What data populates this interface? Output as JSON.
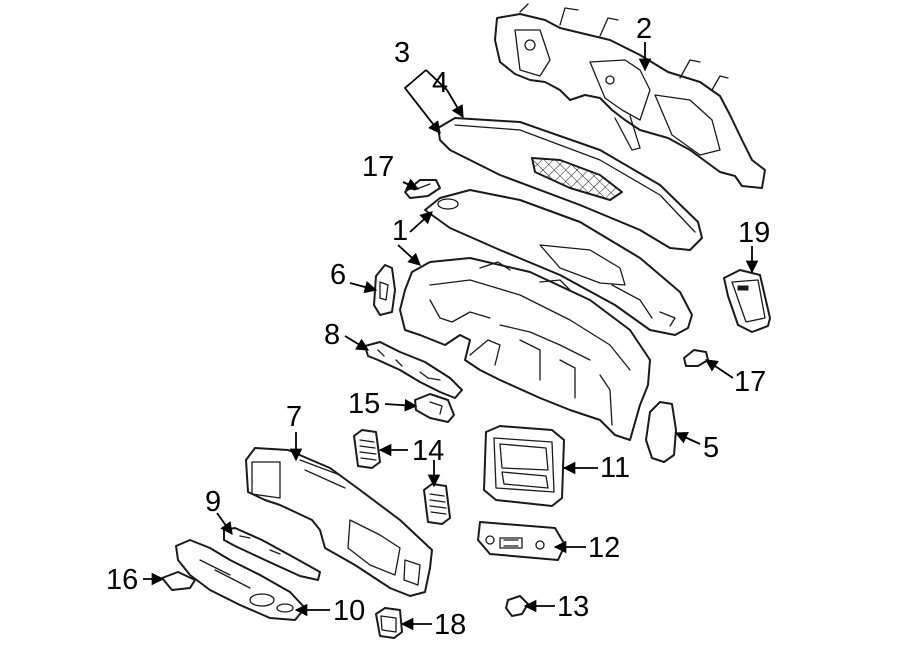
{
  "colors": {
    "line": "#1a1a1a",
    "background": "#ffffff"
  },
  "callouts": [
    {
      "id": "c1a",
      "text": "1"
    },
    {
      "id": "c2",
      "text": "2"
    },
    {
      "id": "c3",
      "text": "3"
    },
    {
      "id": "c4",
      "text": "4"
    },
    {
      "id": "c5",
      "text": "5"
    },
    {
      "id": "c6",
      "text": "6"
    },
    {
      "id": "c7",
      "text": "7"
    },
    {
      "id": "c8",
      "text": "8"
    },
    {
      "id": "c9",
      "text": "9"
    },
    {
      "id": "c10",
      "text": "10"
    },
    {
      "id": "c11",
      "text": "11"
    },
    {
      "id": "c12",
      "text": "12"
    },
    {
      "id": "c13",
      "text": "13"
    },
    {
      "id": "c14",
      "text": "14"
    },
    {
      "id": "c15",
      "text": "15"
    },
    {
      "id": "c16",
      "text": "16"
    },
    {
      "id": "c17a",
      "text": "17"
    },
    {
      "id": "c17b",
      "text": "17"
    },
    {
      "id": "c18",
      "text": "18"
    },
    {
      "id": "c19",
      "text": "19"
    }
  ]
}
